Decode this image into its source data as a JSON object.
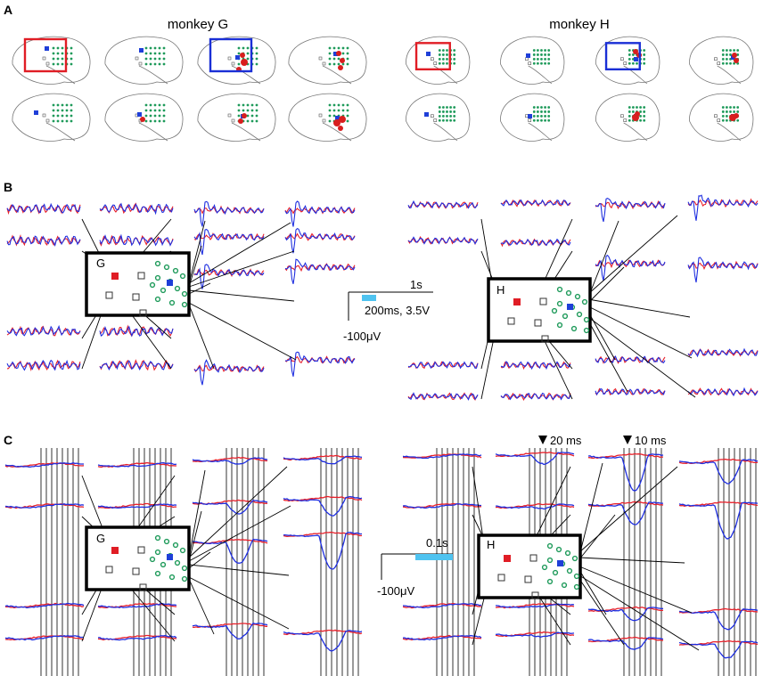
{
  "panels": {
    "A": {
      "letter": "A",
      "left_title": "monkey G",
      "right_title": "monkey H"
    },
    "B": {
      "letter": "B",
      "left_map_label": "G",
      "right_map_label": "H",
      "scale": {
        "time_label": "1s",
        "stim_label": "200ms, 3.5V",
        "amp_label": "-100μV"
      }
    },
    "C": {
      "letter": "C",
      "left_map_label": "G",
      "right_map_label": "H",
      "scale": {
        "time_label": "0.1s",
        "amp_label": "-100μV"
      },
      "annotations": [
        "20 ms",
        "10 ms"
      ]
    }
  },
  "colors": {
    "trace_red": "#e8202a",
    "trace_blue": "#1f2fe0",
    "frame_red": "#e01d25",
    "frame_blue": "#1a2fd6",
    "electrode_green": "#1e9a5a",
    "stim_bar": "#4fc3f0",
    "red_electrode": "#d81e1e",
    "blue_electrode": "#1f3fd8"
  }
}
